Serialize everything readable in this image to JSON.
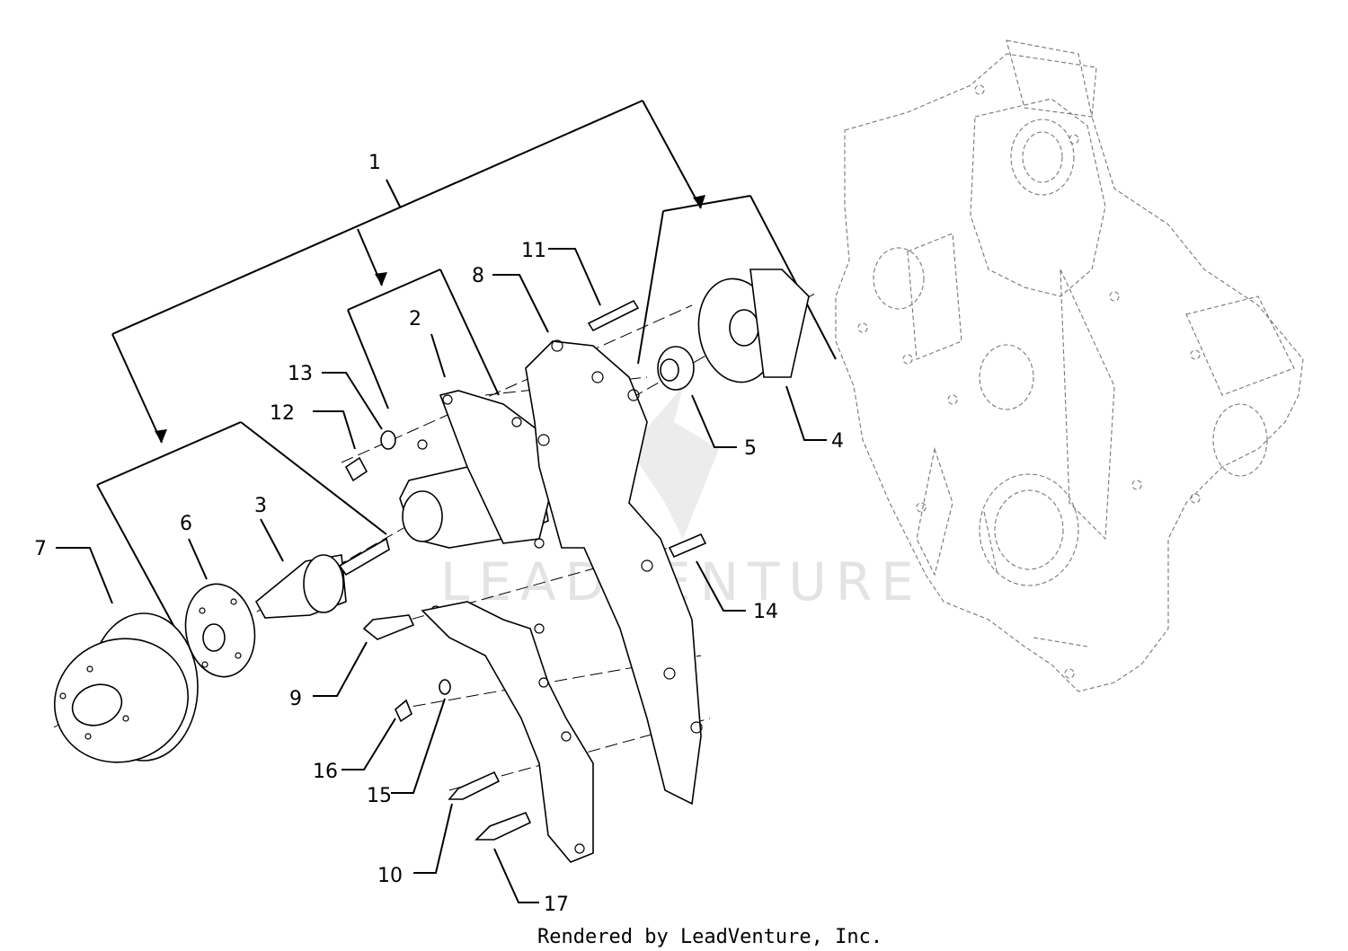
{
  "watermark": {
    "text": "LEADVENTURE"
  },
  "footer": {
    "text": "Rendered by LeadVenture, Inc."
  },
  "callouts": [
    {
      "id": "1",
      "label": "1"
    },
    {
      "id": "2",
      "label": "2"
    },
    {
      "id": "3",
      "label": "3"
    },
    {
      "id": "4",
      "label": "4"
    },
    {
      "id": "5",
      "label": "5"
    },
    {
      "id": "6",
      "label": "6"
    },
    {
      "id": "7",
      "label": "7"
    },
    {
      "id": "8",
      "label": "8"
    },
    {
      "id": "9",
      "label": "9"
    },
    {
      "id": "10",
      "label": "10"
    },
    {
      "id": "11",
      "label": "11"
    },
    {
      "id": "12",
      "label": "12"
    },
    {
      "id": "13",
      "label": "13"
    },
    {
      "id": "14",
      "label": "14"
    },
    {
      "id": "15",
      "label": "15"
    },
    {
      "id": "16",
      "label": "16"
    },
    {
      "id": "17",
      "label": "17"
    }
  ]
}
